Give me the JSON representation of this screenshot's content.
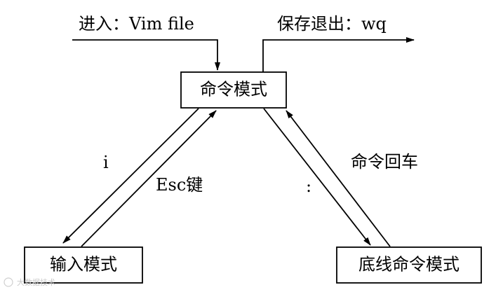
{
  "nodes": {
    "command_mode": "命令模式",
    "insert_mode": "输入模式",
    "last_line_mode": "底线命令模式"
  },
  "edges": {
    "enter": "进入：Vim file",
    "save_exit": "保存退出：wq",
    "insert_key": "i",
    "esc_key": "Esc键",
    "colon_key": ":",
    "command_enter": "命令回车"
  },
  "watermark": "大数据技术"
}
